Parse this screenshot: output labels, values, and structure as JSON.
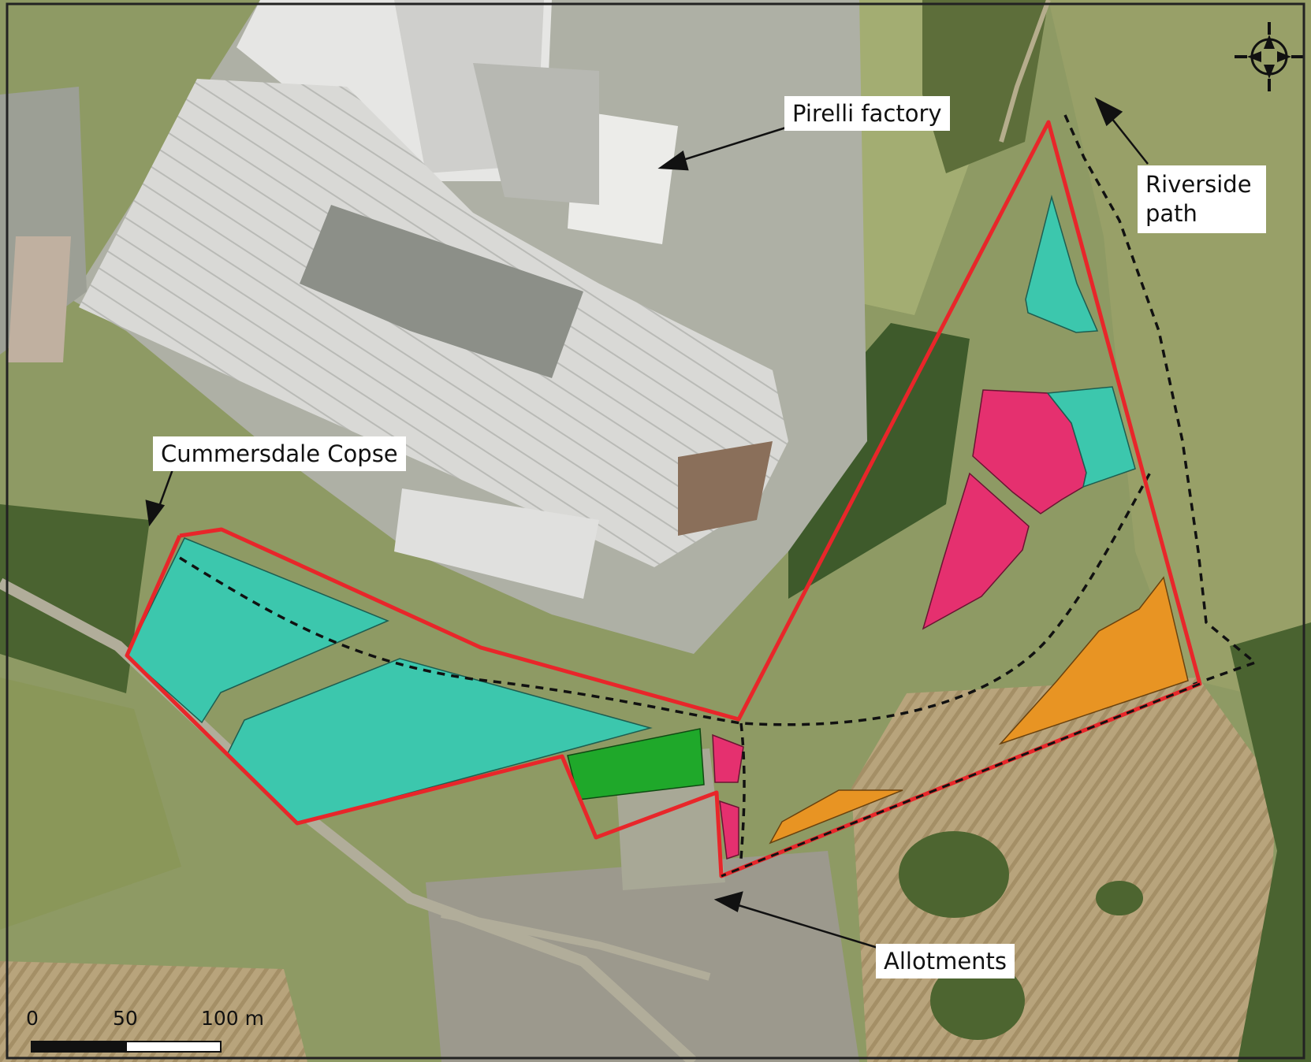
{
  "labels": {
    "pirelli": "Pirelli factory",
    "riverside_line1": "Riverside",
    "riverside_line2": "path",
    "copse": "Cummersdale Copse",
    "allotments": "Allotments"
  },
  "scale_bar": {
    "tick_0": "0",
    "tick_1": "50",
    "tick_2": "100 m"
  },
  "icons": {
    "north_arrow": "compass-rose-icon"
  },
  "colors": {
    "site_boundary": "#e8262a",
    "teal_area": "#3cc7ad",
    "pink_area": "#e5306f",
    "orange_area": "#e89423",
    "green_area": "#1fa82a",
    "dashed_route": "#111111",
    "map_frame": "#222222"
  }
}
